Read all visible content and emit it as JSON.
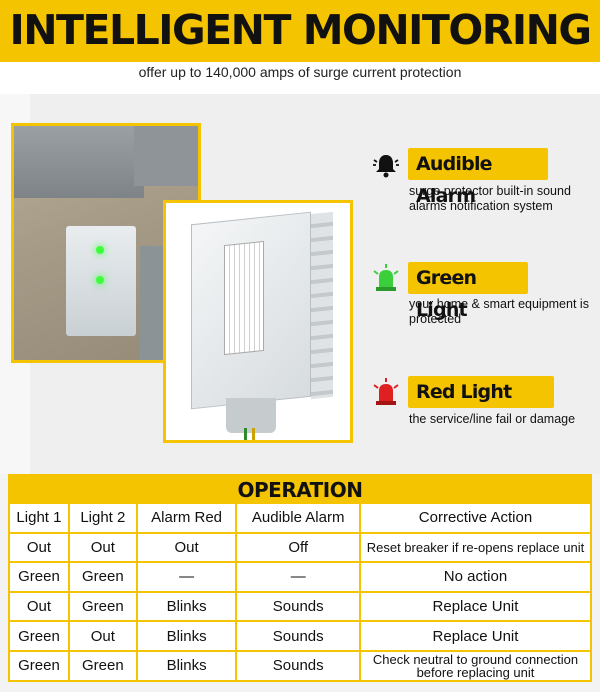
{
  "header": {
    "title": "INTELLIGENT MONITORING",
    "subtitle": "offer up to 140,000 amps of surge current protection"
  },
  "features": [
    {
      "icon": "bell-icon",
      "label": "Audible Alarm",
      "desc": "surge protector built-in sound alarms notification system",
      "icon_color": "#111111"
    },
    {
      "icon": "green-beacon-icon",
      "label": "Green Light",
      "desc": "your home & smart equipment is protected",
      "icon_color": "#3ccf3c"
    },
    {
      "icon": "red-beacon-icon",
      "label": "Red Light",
      "desc": "the service/line fail or damage",
      "icon_color": "#e02020"
    }
  ],
  "table": {
    "title": "OPERATION",
    "columns": [
      "Light 1",
      "Light 2",
      "Alarm Red",
      "Audible Alarm",
      "Corrective Action"
    ],
    "rows": [
      [
        "Out",
        "Out",
        "Out",
        "Off",
        "Reset breaker if re-opens replace unit"
      ],
      [
        "Green",
        "Green",
        "—",
        "—",
        "No action"
      ],
      [
        "Out",
        "Green",
        "Blinks",
        "Sounds",
        "Replace Unit"
      ],
      [
        "Green",
        "Out",
        "Blinks",
        "Sounds",
        "Replace Unit"
      ],
      [
        "Green",
        "Green",
        "Blinks",
        "Sounds",
        "Check neutral to ground connection before replacing unit"
      ]
    ]
  },
  "colors": {
    "accent": "#f5c400",
    "background": "#f3f3f3"
  }
}
